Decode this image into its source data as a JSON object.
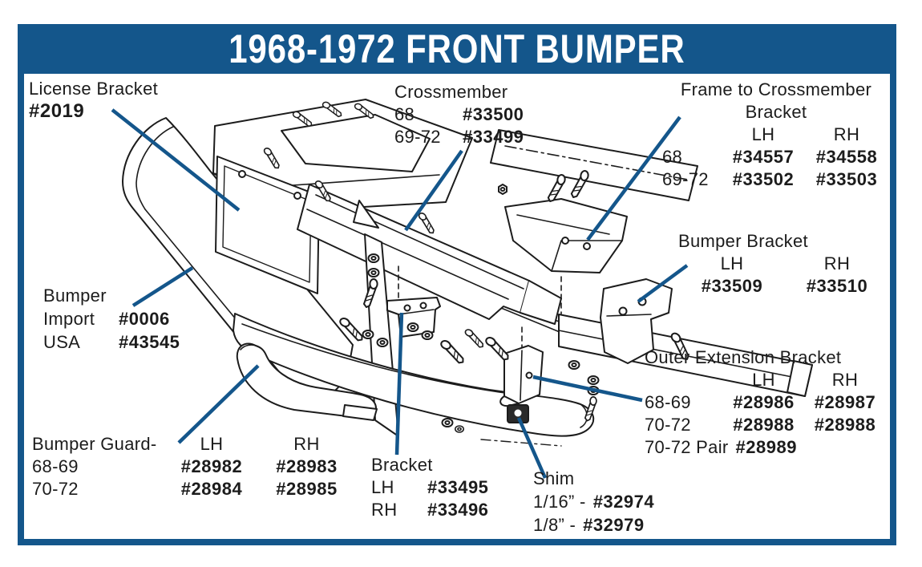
{
  "title": "1968-1972 FRONT BUMPER",
  "colors": {
    "frame_blue": "#14568B",
    "leader_blue": "#14568B",
    "ink": "#1c1c1c",
    "background": "#ffffff"
  },
  "labels": {
    "license_bracket": {
      "name": "License Bracket",
      "part": "#2019"
    },
    "crossmember": {
      "name": "Crossmember",
      "rows": [
        {
          "year": "68",
          "part": "#33500"
        },
        {
          "year": "69-72",
          "part": "#33499"
        }
      ]
    },
    "frame_to_crossmember": {
      "name_line1": "Frame to Crossmember",
      "name_line2": "Bracket",
      "col_lh": "LH",
      "col_rh": "RH",
      "rows": [
        {
          "year": "68",
          "lh": "#34557",
          "rh": "#34558"
        },
        {
          "year": "69-72",
          "lh": "#33502",
          "rh": "#33503"
        }
      ]
    },
    "bumper_bracket": {
      "name": "Bumper Bracket",
      "col_lh": "LH",
      "col_rh": "RH",
      "lh_part": "#33509",
      "rh_part": "#33510"
    },
    "bumper": {
      "name": "Bumper",
      "rows": [
        {
          "origin": "Import",
          "part": "#0006"
        },
        {
          "origin": "USA",
          "part": "#43545"
        }
      ]
    },
    "outer_extension_bracket": {
      "name": "Outer Extension Bracket",
      "col_lh": "LH",
      "col_rh": "RH",
      "rows": [
        {
          "year": "68-69",
          "lh": "#28986",
          "rh": "#28987"
        },
        {
          "year": "70-72",
          "lh": "#28988",
          "rh": "#28988"
        }
      ],
      "pair_label": "70-72 Pair",
      "pair_part": "#28989"
    },
    "bumper_guard": {
      "name": "Bumper Guard-",
      "col_lh": "LH",
      "col_rh": "RH",
      "rows": [
        {
          "year": "68-69",
          "lh": "#28982",
          "rh": "#28983"
        },
        {
          "year": "70-72",
          "lh": "#28984",
          "rh": "#28985"
        }
      ]
    },
    "bracket": {
      "name": "Bracket",
      "rows": [
        {
          "side": "LH",
          "part": "#33495"
        },
        {
          "side": "RH",
          "part": "#33496"
        }
      ]
    },
    "shim": {
      "name": "Shim",
      "rows": [
        {
          "size": "1/16” -",
          "part": "#32974"
        },
        {
          "size": "1/8” -",
          "part": "#32979"
        }
      ]
    }
  }
}
